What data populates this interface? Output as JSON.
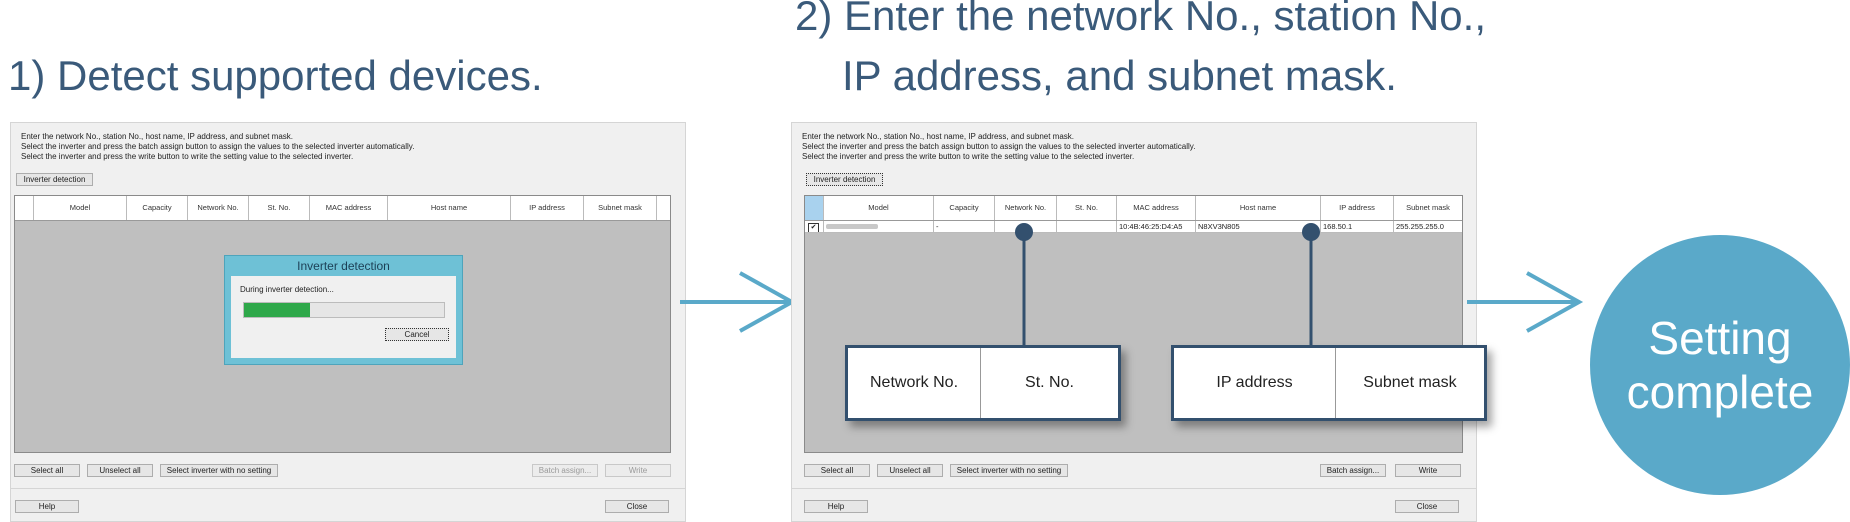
{
  "headings": {
    "step1": "1) Detect supported devices.",
    "step2_line1": "2) Enter the network No., station No.,",
    "step2_line2": "IP address, and subnet mask."
  },
  "instructions": [
    "Enter the network No., station No., host name, IP address, and subnet mask.",
    "Select the inverter and press the batch assign button to assign the values to the selected inverter automatically.",
    "Select the inverter and press the write button to write the setting value to the selected inverter."
  ],
  "buttons": {
    "inverter_detection": "Inverter detection",
    "select_all": "Select all",
    "unselect_all": "Unselect all",
    "select_no_setting": "Select inverter with no setting",
    "batch_assign": "Batch assign...",
    "write": "Write",
    "help": "Help",
    "close": "Close"
  },
  "columns": [
    "Model",
    "Capacity",
    "Network No.",
    "St. No.",
    "MAC address",
    "Host name",
    "IP address",
    "Subnet mask"
  ],
  "dialog": {
    "title": "Inverter detection",
    "message": "During inverter detection...",
    "progress": 0.33,
    "cancel": "Cancel"
  },
  "row": {
    "checked": true,
    "check_mark": "✔",
    "capacity": "-",
    "mac": "10:4B:46:25:D4:A5",
    "host": "N8XV3N805",
    "ip": "168.50.1",
    "subnet": "255.255.255.0"
  },
  "callouts": {
    "left": [
      "Network No.",
      "St. No."
    ],
    "right": [
      "IP address",
      "Subnet mask"
    ]
  },
  "result": {
    "line1": "Setting",
    "line2": "complete"
  },
  "colors": {
    "heading": "#3a5a7a",
    "arrow": "#5aa9c9",
    "circle": "#5aa9c9",
    "callout_border": "#33506e",
    "progress_fill": "#2fa84a",
    "dialog_frame": "#6ec1d6"
  }
}
